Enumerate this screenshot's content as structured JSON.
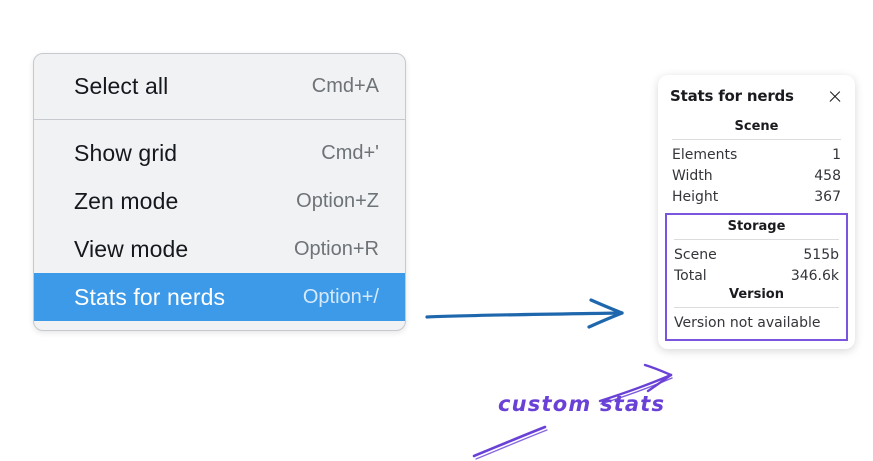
{
  "menu": {
    "groups": [
      {
        "items": [
          {
            "label": "Select all",
            "shortcut": "Cmd+A",
            "selected": false
          }
        ]
      },
      {
        "items": [
          {
            "label": "Show grid",
            "shortcut": "Cmd+'",
            "selected": false
          },
          {
            "label": "Zen mode",
            "shortcut": "Option+Z",
            "selected": false
          },
          {
            "label": "View mode",
            "shortcut": "Option+R",
            "selected": false
          },
          {
            "label": "Stats for nerds",
            "shortcut": "Option+/",
            "selected": true
          }
        ]
      }
    ]
  },
  "stats_panel": {
    "title": "Stats for nerds",
    "close_icon": "close-icon",
    "sections": [
      {
        "name": "scene",
        "title": "Scene",
        "highlighted": false,
        "rows": [
          {
            "label": "Elements",
            "value": "1"
          },
          {
            "label": "Width",
            "value": "458"
          },
          {
            "label": "Height",
            "value": "367"
          }
        ]
      },
      {
        "name": "storage",
        "title": "Storage",
        "highlighted": true,
        "rows": [
          {
            "label": "Scene",
            "value": "515b"
          },
          {
            "label": "Total",
            "value": "346.6k"
          }
        ]
      },
      {
        "name": "version",
        "title": "Version",
        "highlighted": true,
        "text": "Version not available"
      }
    ]
  },
  "annotations": {
    "handwritten_label": "custom stats",
    "colors": {
      "blue_arrow": "#1f67ad",
      "purple_ink": "#6a41d6",
      "highlight_border": "#7b55dd",
      "menu_selected": "#3d9ae8"
    }
  }
}
